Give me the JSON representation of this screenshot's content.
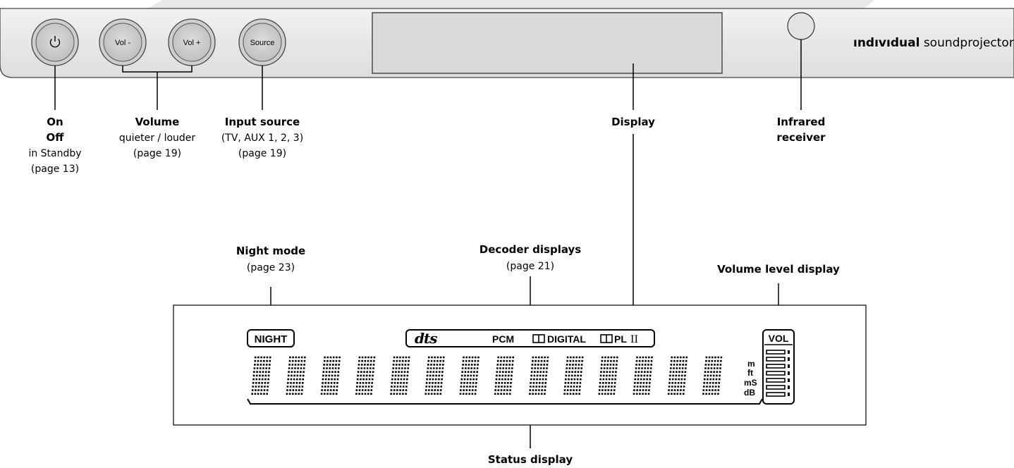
{
  "panel": {
    "buttons": [
      {
        "id": "power",
        "label": "",
        "icon": "power-icon"
      },
      {
        "id": "vol-down",
        "label": "Vol -"
      },
      {
        "id": "vol-up",
        "label": "Vol +"
      },
      {
        "id": "source",
        "label": "Source"
      }
    ],
    "brand_bold": "ındıvıdual",
    "brand_rest": "soundprojector"
  },
  "callouts": {
    "on": "On",
    "off": "Off",
    "standby": "in Standby",
    "power_page": "(page 13)",
    "volume_title": "Volume",
    "volume_desc": "quieter / louder",
    "volume_page": "(page 19)",
    "input_title": "Input source",
    "input_desc": "(TV, AUX 1, 2, 3)",
    "input_page": "(page 19)",
    "display_title": "Display",
    "ir_title_1": "Infrared",
    "ir_title_2": "receiver",
    "night_title": "Night mode",
    "night_page": "(page 23)",
    "decoder_title": "Decoder displays",
    "decoder_page": "(page 21)",
    "vol_level_title": "Volume level display",
    "status_title": "Status display"
  },
  "lcd": {
    "night": "NIGHT",
    "dts": "dts",
    "pcm": "PCM",
    "digital": "DIGITAL",
    "pl": "PL",
    "pl_suffix": "II",
    "vol": "VOL",
    "units": [
      "m",
      "ft",
      "mS",
      "dB"
    ],
    "char_cells": 14,
    "vol_bars": 7
  }
}
